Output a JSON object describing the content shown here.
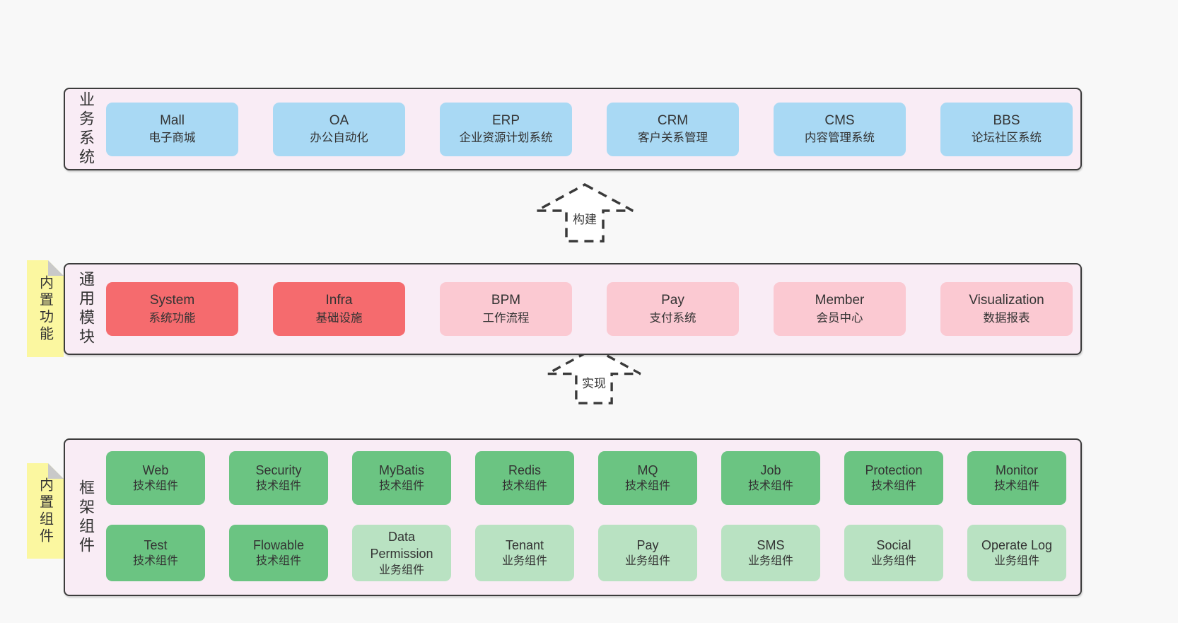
{
  "colors": {
    "page_background": "#f8f8f8",
    "container_background": "#f9ecf5",
    "container_border": "#3c3c3c",
    "box_blue": "#a9d9f4",
    "box_red": "#f56b6e",
    "box_pink": "#fbc9d2",
    "box_green": "#6bc482",
    "box_green_light": "#b9e2c2",
    "sticky_yellow": "#fbf7a0",
    "sticky_fold_gray": "#c9c9c9",
    "text": "#333333",
    "arrow_stroke": "#3a3a3a"
  },
  "arrows": [
    {
      "label": "构建"
    },
    {
      "label": "实现"
    }
  ],
  "sections": [
    {
      "label": "业务系统",
      "boxes": [
        {
          "title": "Mall",
          "subtitle": "电子商城"
        },
        {
          "title": "OA",
          "subtitle": "办公自动化"
        },
        {
          "title": "ERP",
          "subtitle": "企业资源计划系统"
        },
        {
          "title": "CRM",
          "subtitle": "客户关系管理"
        },
        {
          "title": "CMS",
          "subtitle": "内容管理系统"
        },
        {
          "title": "BBS",
          "subtitle": "论坛社区系统"
        }
      ]
    },
    {
      "label": "通用模块",
      "sticky": "内置功能",
      "boxes": [
        {
          "title": "System",
          "subtitle": "系统功能"
        },
        {
          "title": "Infra",
          "subtitle": "基础设施"
        },
        {
          "title": "BPM",
          "subtitle": "工作流程"
        },
        {
          "title": "Pay",
          "subtitle": "支付系统"
        },
        {
          "title": "Member",
          "subtitle": "会员中心"
        },
        {
          "title": "Visualization",
          "subtitle": "数据报表"
        }
      ]
    },
    {
      "label": "框架组件",
      "sticky": "内置组件",
      "rows": [
        [
          {
            "title": "Web",
            "subtitle": "技术组件"
          },
          {
            "title": "Security",
            "subtitle": "技术组件"
          },
          {
            "title": "MyBatis",
            "subtitle": "技术组件"
          },
          {
            "title": "Redis",
            "subtitle": "技术组件"
          },
          {
            "title": "MQ",
            "subtitle": "技术组件"
          },
          {
            "title": "Job",
            "subtitle": "技术组件"
          },
          {
            "title": "Protection",
            "subtitle": "技术组件"
          },
          {
            "title": "Monitor",
            "subtitle": "技术组件"
          }
        ],
        [
          {
            "title": "Test",
            "subtitle": "技术组件"
          },
          {
            "title": "Flowable",
            "subtitle": "技术组件"
          },
          {
            "title": "Data Permission",
            "subtitle": "业务组件"
          },
          {
            "title": "Tenant",
            "subtitle": "业务组件"
          },
          {
            "title": "Pay",
            "subtitle": "业务组件"
          },
          {
            "title": "SMS",
            "subtitle": "业务组件"
          },
          {
            "title": "Social",
            "subtitle": "业务组件"
          },
          {
            "title": "Operate Log",
            "subtitle": "业务组件"
          }
        ]
      ]
    }
  ]
}
